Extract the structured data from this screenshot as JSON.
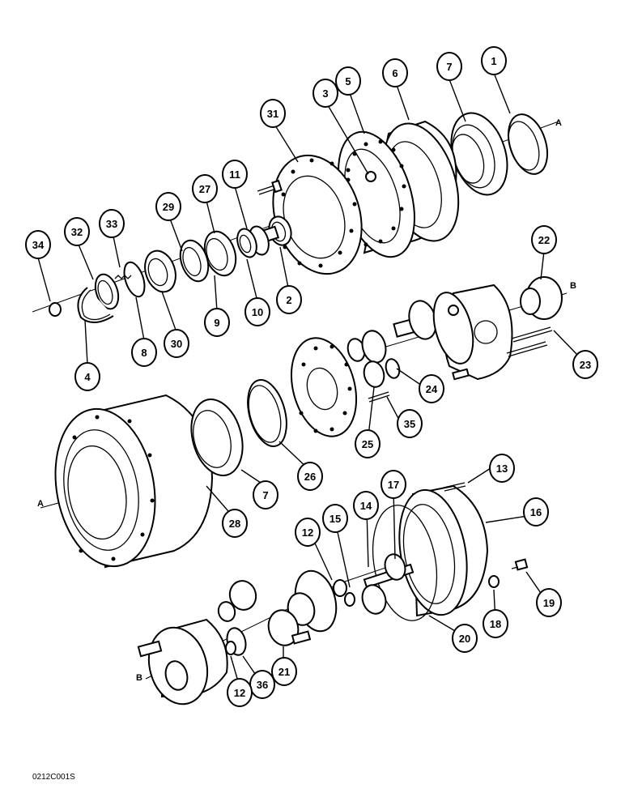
{
  "figure": {
    "code": "0212C001S",
    "axis_markers": [
      "A",
      "B"
    ]
  },
  "callouts": [
    {
      "id": "c1",
      "label": "1"
    },
    {
      "id": "c7top",
      "label": "7"
    },
    {
      "id": "c6",
      "label": "6"
    },
    {
      "id": "c5",
      "label": "5"
    },
    {
      "id": "c3",
      "label": "3"
    },
    {
      "id": "c31",
      "label": "31"
    },
    {
      "id": "c11",
      "label": "11"
    },
    {
      "id": "c27",
      "label": "27"
    },
    {
      "id": "c29",
      "label": "29"
    },
    {
      "id": "c33",
      "label": "33"
    },
    {
      "id": "c32",
      "label": "32"
    },
    {
      "id": "c34",
      "label": "34"
    },
    {
      "id": "c4",
      "label": "4"
    },
    {
      "id": "c8",
      "label": "8"
    },
    {
      "id": "c30",
      "label": "30"
    },
    {
      "id": "c9",
      "label": "9"
    },
    {
      "id": "c10",
      "label": "10"
    },
    {
      "id": "c2",
      "label": "2"
    },
    {
      "id": "c22",
      "label": "22"
    },
    {
      "id": "c23",
      "label": "23"
    },
    {
      "id": "c24",
      "label": "24"
    },
    {
      "id": "c35",
      "label": "35"
    },
    {
      "id": "c25",
      "label": "25"
    },
    {
      "id": "c26",
      "label": "26"
    },
    {
      "id": "c7mid",
      "label": "7"
    },
    {
      "id": "c28",
      "label": "28"
    },
    {
      "id": "c13",
      "label": "13"
    },
    {
      "id": "c17",
      "label": "17"
    },
    {
      "id": "c14",
      "label": "14"
    },
    {
      "id": "c15",
      "label": "15"
    },
    {
      "id": "c12a",
      "label": "12"
    },
    {
      "id": "c16",
      "label": "16"
    },
    {
      "id": "c19",
      "label": "19"
    },
    {
      "id": "c18",
      "label": "18"
    },
    {
      "id": "c20",
      "label": "20"
    },
    {
      "id": "c21",
      "label": "21"
    },
    {
      "id": "c36",
      "label": "36"
    },
    {
      "id": "c12b",
      "label": "12"
    }
  ]
}
